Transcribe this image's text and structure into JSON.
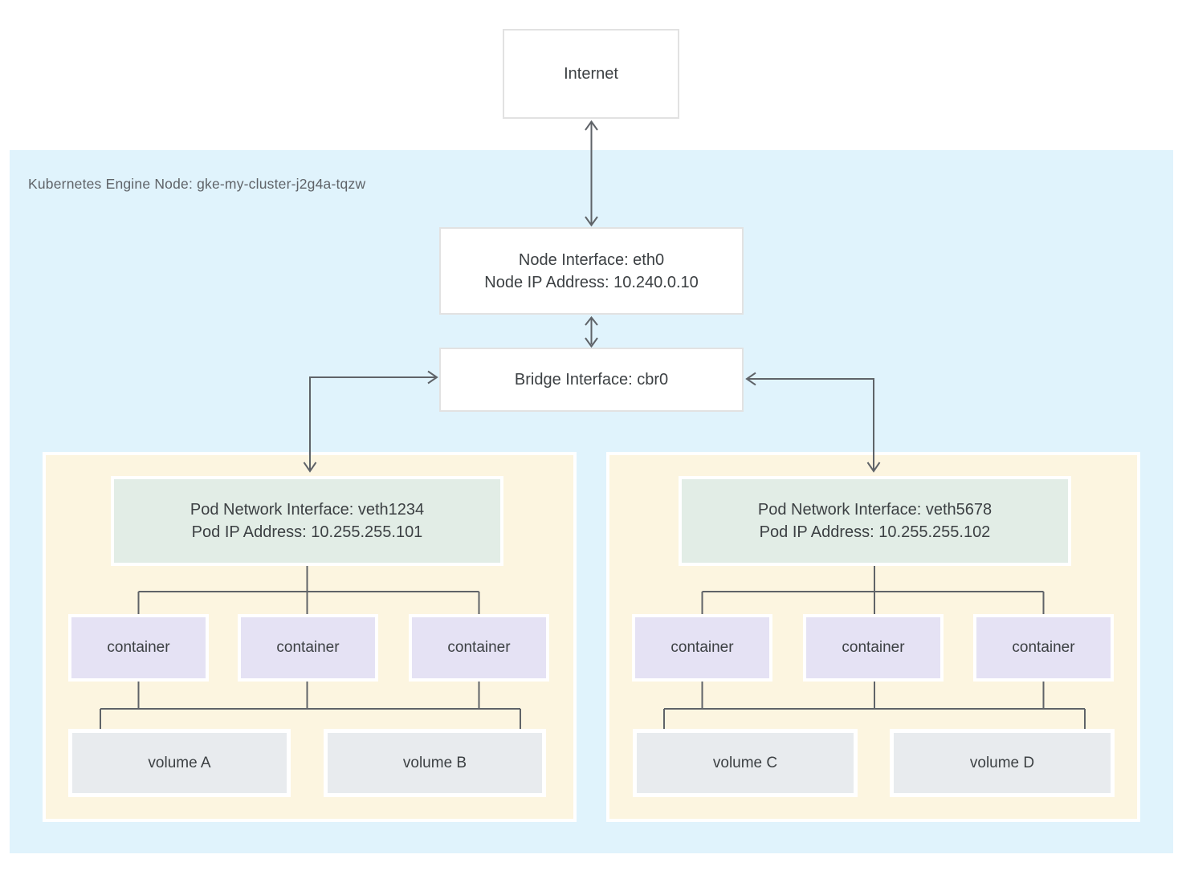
{
  "diagram": {
    "internet": {
      "label": "Internet"
    },
    "node_container": {
      "label": "Kubernetes Engine Node: gke-my-cluster-j2g4a-tqzw"
    },
    "node_interface": {
      "line1": "Node Interface: eth0",
      "line2": "Node IP Address: 10.240.0.10"
    },
    "bridge_interface": {
      "label": "Bridge Interface: cbr0"
    },
    "pods": [
      {
        "network_interface": {
          "line1": "Pod Network Interface: veth1234",
          "line2": "Pod IP Address: 10.255.255.101"
        },
        "containers": [
          "container",
          "container",
          "container"
        ],
        "volumes": [
          "volume A",
          "volume B"
        ]
      },
      {
        "network_interface": {
          "line1": "Pod Network Interface: veth5678",
          "line2": "Pod IP Address: 10.255.255.102"
        },
        "containers": [
          "container",
          "container",
          "container"
        ],
        "volumes": [
          "volume C",
          "volume D"
        ]
      }
    ],
    "colors": {
      "node_bg": "#e0f3fc",
      "pod_bg": "#fcf5e0",
      "interface_bg": "#e2ede6",
      "container_bg": "#e5e2f4",
      "volume_bg": "#e8ebee",
      "box_border": "#e2e2e2",
      "line": "#5f6368",
      "text": "#3c4043",
      "label_text": "#5f6368"
    }
  }
}
